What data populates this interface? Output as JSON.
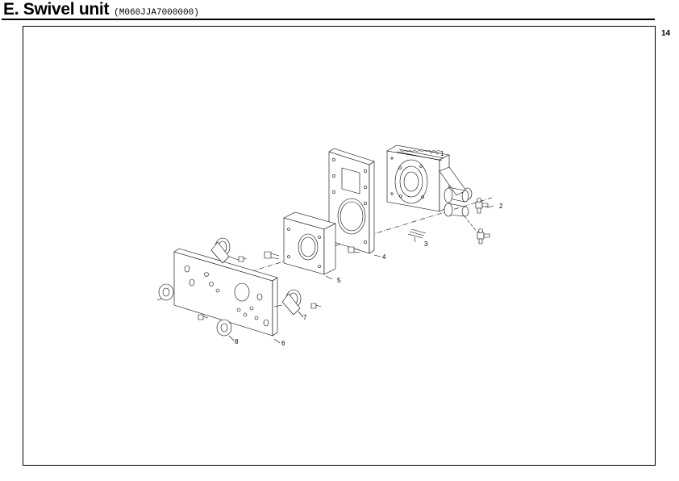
{
  "header": {
    "title": "E. Swivel unit",
    "code": "(M060JJA7000000)"
  },
  "page_number": "14",
  "callouts": [
    "1",
    "2",
    "3",
    "4",
    "5",
    "6",
    "7",
    "8"
  ]
}
